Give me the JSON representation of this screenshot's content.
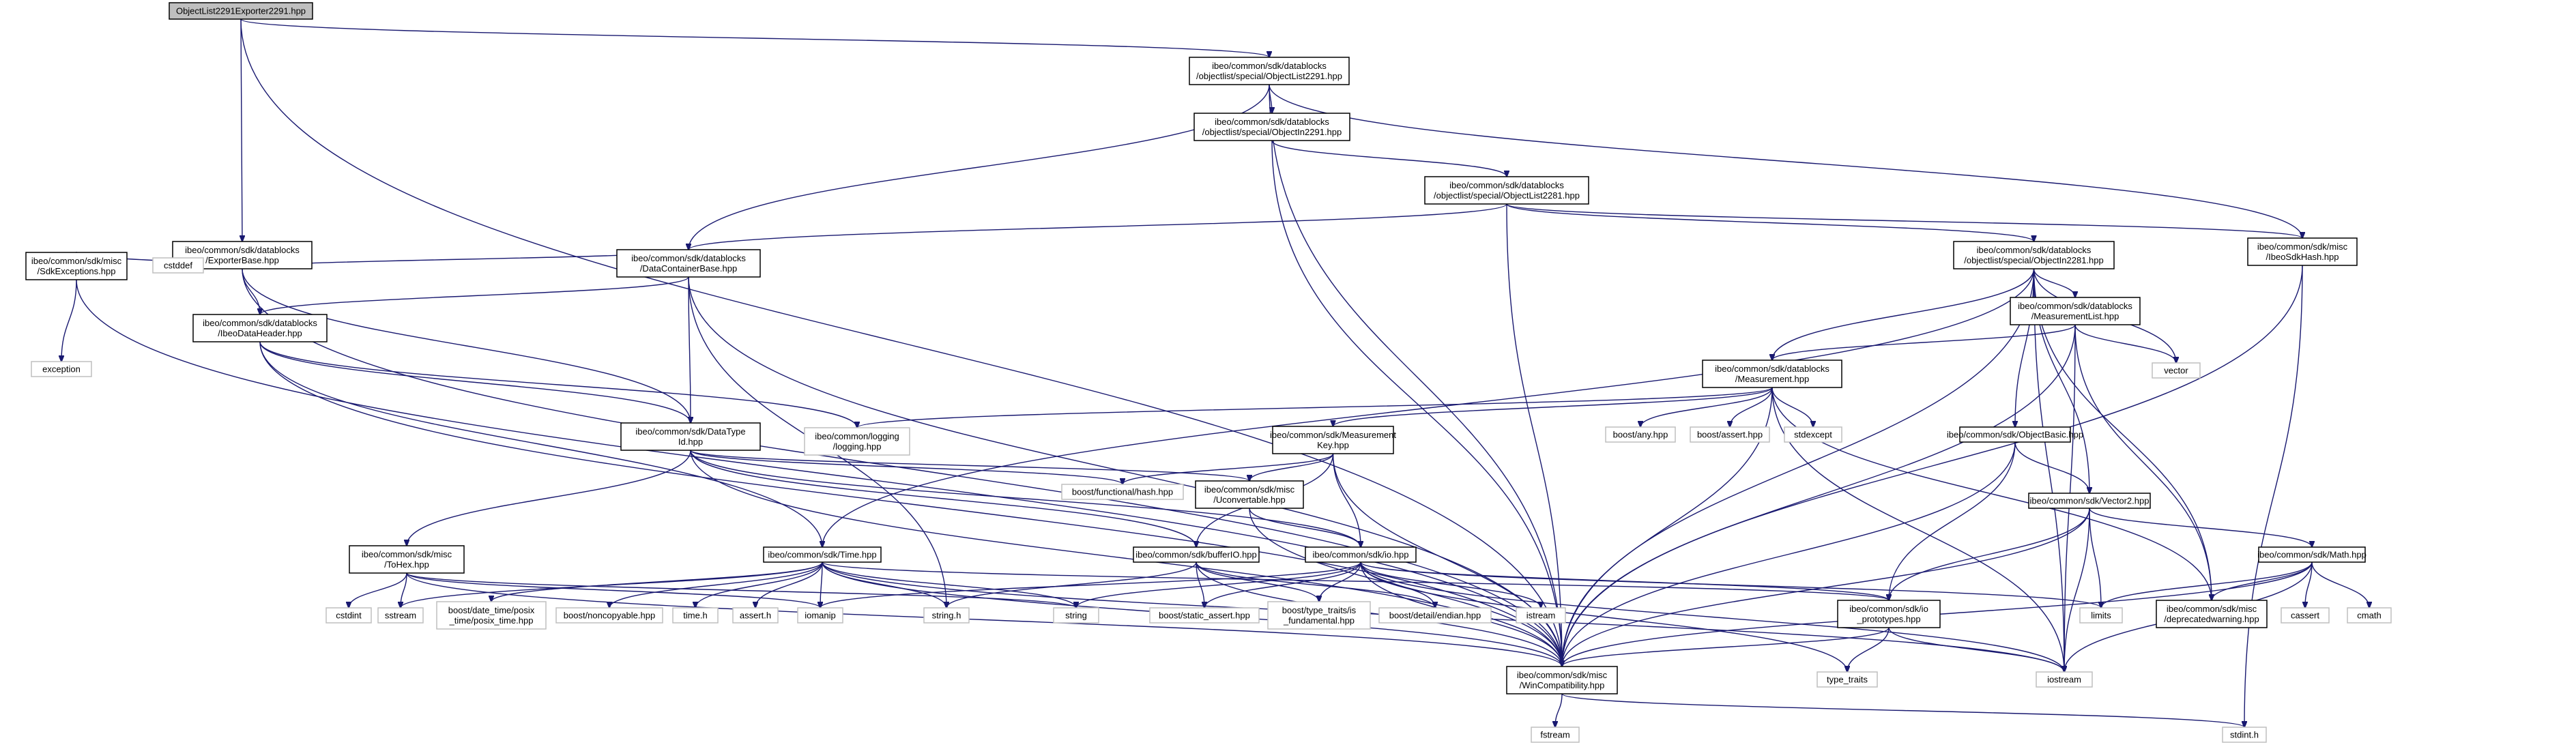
{
  "diagram": {
    "colors": {
      "edge": "#191970",
      "root_fill": "#bfbfbf",
      "node_border": "#000000",
      "system_border": "#bfbfbf"
    },
    "nodes": [
      {
        "id": "root",
        "lines": [
          "ObjectList2291Exporter2291.hpp"
        ],
        "root": true
      },
      {
        "id": "ol2291",
        "lines": [
          "ibeo/common/sdk/datablocks",
          "/objectlist/special/ObjectList2291.hpp"
        ]
      },
      {
        "id": "expbase",
        "lines": [
          "ibeo/common/sdk/datablocks",
          "/ExporterBase.hpp"
        ]
      },
      {
        "id": "oi2291",
        "lines": [
          "ibeo/common/sdk/datablocks",
          "/objectlist/special/ObjectIn2291.hpp"
        ]
      },
      {
        "id": "ol2281",
        "lines": [
          "ibeo/common/sdk/datablocks",
          "/objectlist/special/ObjectList2281.hpp"
        ]
      },
      {
        "id": "hash",
        "lines": [
          "ibeo/common/sdk/misc",
          "/IbeoSdkHash.hpp"
        ]
      },
      {
        "id": "oi2281",
        "lines": [
          "ibeo/common/sdk/datablocks",
          "/objectlist/special/ObjectIn2281.hpp"
        ]
      },
      {
        "id": "sdkexc",
        "lines": [
          "ibeo/common/sdk/misc",
          "/SdkExceptions.hpp"
        ]
      },
      {
        "id": "cstddef",
        "lines": [
          "cstddef"
        ],
        "system": true
      },
      {
        "id": "dcb",
        "lines": [
          "ibeo/common/sdk/datablocks",
          "/DataContainerBase.hpp"
        ]
      },
      {
        "id": "measlist",
        "lines": [
          "ibeo/common/sdk/datablocks",
          "/MeasurementList.hpp"
        ]
      },
      {
        "id": "exception",
        "lines": [
          "exception"
        ],
        "system": true
      },
      {
        "id": "idh",
        "lines": [
          "ibeo/common/sdk/datablocks",
          "/IbeoDataHeader.hpp"
        ]
      },
      {
        "id": "meas",
        "lines": [
          "ibeo/common/sdk/datablocks",
          "/Measurement.hpp"
        ]
      },
      {
        "id": "vector",
        "lines": [
          "vector"
        ],
        "system": true
      },
      {
        "id": "dtid",
        "lines": [
          "ibeo/common/sdk/DataType",
          "Id.hpp"
        ]
      },
      {
        "id": "logging",
        "lines": [
          "ibeo/common/logging",
          "/logging.hpp"
        ],
        "system": true
      },
      {
        "id": "mkey",
        "lines": [
          "ibeo/common/sdk/Measurement",
          "Key.hpp"
        ]
      },
      {
        "id": "boostany",
        "lines": [
          "boost/any.hpp"
        ],
        "system": true
      },
      {
        "id": "boostassert",
        "lines": [
          "boost/assert.hpp"
        ],
        "system": true
      },
      {
        "id": "stdexcept",
        "lines": [
          "stdexcept"
        ],
        "system": true
      },
      {
        "id": "objbasic",
        "lines": [
          "ibeo/common/sdk/ObjectBasic.hpp"
        ]
      },
      {
        "id": "bfh",
        "lines": [
          "boost/functional/hash.hpp"
        ],
        "system": true
      },
      {
        "id": "iconv",
        "lines": [
          "ibeo/common/sdk/misc",
          "/Uconvertable.hpp"
        ]
      },
      {
        "id": "vector2",
        "lines": [
          "ibeo/common/sdk/Vector2.hpp"
        ]
      },
      {
        "id": "tohex",
        "lines": [
          "ibeo/common/sdk/misc",
          "/ToHex.hpp"
        ]
      },
      {
        "id": "time",
        "lines": [
          "ibeo/common/sdk/Time.hpp"
        ]
      },
      {
        "id": "bufferio",
        "lines": [
          "ibeo/common/sdk/bufferIO.hpp"
        ]
      },
      {
        "id": "io",
        "lines": [
          "ibeo/common/sdk/io.hpp"
        ]
      },
      {
        "id": "math",
        "lines": [
          "ibeo/common/sdk/Math.hpp"
        ]
      },
      {
        "id": "cstdint",
        "lines": [
          "cstdint"
        ],
        "system": true
      },
      {
        "id": "sstream",
        "lines": [
          "sstream"
        ],
        "system": true
      },
      {
        "id": "bdt",
        "lines": [
          "boost/date_time/posix",
          "_time/posix_time.hpp"
        ],
        "system": true
      },
      {
        "id": "bnc",
        "lines": [
          "boost/noncopyable.hpp"
        ],
        "system": true
      },
      {
        "id": "timeh",
        "lines": [
          "time.h"
        ],
        "system": true
      },
      {
        "id": "asserth",
        "lines": [
          "assert.h"
        ],
        "system": true
      },
      {
        "id": "iomanip",
        "lines": [
          "iomanip"
        ],
        "system": true
      },
      {
        "id": "stringh",
        "lines": [
          "string.h"
        ],
        "system": true
      },
      {
        "id": "string",
        "lines": [
          "string"
        ],
        "system": true
      },
      {
        "id": "bsa",
        "lines": [
          "boost/static_assert.hpp"
        ],
        "system": true
      },
      {
        "id": "bttif",
        "lines": [
          "boost/type_traits/is",
          "_fundamental.hpp"
        ],
        "system": true
      },
      {
        "id": "bde",
        "lines": [
          "boost/detail/endian.hpp"
        ],
        "system": true
      },
      {
        "id": "istream",
        "lines": [
          "istream"
        ],
        "system": true
      },
      {
        "id": "ioproto",
        "lines": [
          "ibeo/common/sdk/io",
          "_prototypes.hpp"
        ]
      },
      {
        "id": "limits",
        "lines": [
          "limits"
        ],
        "system": true
      },
      {
        "id": "depwarn",
        "lines": [
          "ibeo/common/sdk/misc",
          "/deprecatedwarning.hpp"
        ]
      },
      {
        "id": "cassert",
        "lines": [
          "cassert"
        ],
        "system": true
      },
      {
        "id": "cmath",
        "lines": [
          "cmath"
        ],
        "system": true
      },
      {
        "id": "wincompat",
        "lines": [
          "ibeo/common/sdk/misc",
          "/WinCompatibility.hpp"
        ]
      },
      {
        "id": "typetraits",
        "lines": [
          "type_traits"
        ],
        "system": true
      },
      {
        "id": "iostream",
        "lines": [
          "iostream"
        ],
        "system": true
      },
      {
        "id": "fstream",
        "lines": [
          "fstream"
        ],
        "system": true
      },
      {
        "id": "stdinth",
        "lines": [
          "stdint.h"
        ],
        "system": true
      }
    ],
    "edges": [
      [
        "root",
        "ol2291"
      ],
      [
        "root",
        "expbase"
      ],
      [
        "root",
        "wincompat"
      ],
      [
        "ol2291",
        "oi2291"
      ],
      [
        "ol2291",
        "dcb"
      ],
      [
        "ol2291",
        "hash"
      ],
      [
        "ol2291",
        "wincompat"
      ],
      [
        "oi2291",
        "ol2281"
      ],
      [
        "oi2291",
        "wincompat"
      ],
      [
        "ol2281",
        "oi2281"
      ],
      [
        "ol2281",
        "dcb"
      ],
      [
        "ol2281",
        "hash"
      ],
      [
        "ol2281",
        "wincompat"
      ],
      [
        "expbase",
        "sdkexc"
      ],
      [
        "expbase",
        "cstddef"
      ],
      [
        "expbase",
        "idh"
      ],
      [
        "expbase",
        "dcb"
      ],
      [
        "expbase",
        "dtid"
      ],
      [
        "expbase",
        "wincompat"
      ],
      [
        "sdkexc",
        "exception"
      ],
      [
        "sdkexc",
        "wincompat"
      ],
      [
        "dcb",
        "idh"
      ],
      [
        "dcb",
        "dtid"
      ],
      [
        "dcb",
        "stringh"
      ],
      [
        "dcb",
        "wincompat"
      ],
      [
        "idh",
        "dtid"
      ],
      [
        "idh",
        "logging"
      ],
      [
        "idh",
        "time"
      ],
      [
        "idh",
        "wincompat"
      ],
      [
        "hash",
        "wincompat"
      ],
      [
        "hash",
        "stdinth"
      ],
      [
        "oi2281",
        "measlist"
      ],
      [
        "oi2281",
        "meas"
      ],
      [
        "oi2281",
        "objbasic"
      ],
      [
        "oi2281",
        "vector"
      ],
      [
        "oi2281",
        "vector2"
      ],
      [
        "oi2281",
        "time"
      ],
      [
        "oi2281",
        "depwarn"
      ],
      [
        "oi2281",
        "iostream"
      ],
      [
        "oi2281",
        "wincompat"
      ],
      [
        "measlist",
        "meas"
      ],
      [
        "measlist",
        "vector"
      ],
      [
        "measlist",
        "depwarn"
      ],
      [
        "measlist",
        "iostream"
      ],
      [
        "measlist",
        "wincompat"
      ],
      [
        "meas",
        "mkey"
      ],
      [
        "meas",
        "logging"
      ],
      [
        "meas",
        "boostany"
      ],
      [
        "meas",
        "boostassert"
      ],
      [
        "meas",
        "stdexcept"
      ],
      [
        "meas",
        "iostream"
      ],
      [
        "meas",
        "depwarn"
      ],
      [
        "meas",
        "wincompat"
      ],
      [
        "mkey",
        "bfh"
      ],
      [
        "mkey",
        "iconv"
      ],
      [
        "mkey",
        "io"
      ],
      [
        "mkey",
        "bufferio"
      ],
      [
        "mkey",
        "wincompat"
      ],
      [
        "dtid",
        "tohex"
      ],
      [
        "dtid",
        "bfh"
      ],
      [
        "dtid",
        "iconv"
      ],
      [
        "dtid",
        "io"
      ],
      [
        "dtid",
        "bufferio"
      ],
      [
        "dtid",
        "wincompat"
      ],
      [
        "objbasic",
        "vector2"
      ],
      [
        "objbasic",
        "ioproto"
      ],
      [
        "objbasic",
        "wincompat"
      ],
      [
        "vector2",
        "math"
      ],
      [
        "vector2",
        "ioproto"
      ],
      [
        "vector2",
        "limits"
      ],
      [
        "vector2",
        "iostream"
      ],
      [
        "vector2",
        "wincompat"
      ],
      [
        "iconv",
        "io"
      ],
      [
        "iconv",
        "wincompat"
      ],
      [
        "tohex",
        "cstdint"
      ],
      [
        "tohex",
        "sstream"
      ],
      [
        "tohex",
        "iomanip"
      ],
      [
        "tohex",
        "string"
      ],
      [
        "tohex",
        "wincompat"
      ],
      [
        "time",
        "sstream"
      ],
      [
        "time",
        "bdt"
      ],
      [
        "time",
        "bnc"
      ],
      [
        "time",
        "timeh"
      ],
      [
        "time",
        "asserth"
      ],
      [
        "time",
        "iomanip"
      ],
      [
        "time",
        "stringh"
      ],
      [
        "time",
        "string"
      ],
      [
        "time",
        "ioproto"
      ],
      [
        "time",
        "iostream"
      ],
      [
        "time",
        "wincompat"
      ],
      [
        "bufferio",
        "bsa"
      ],
      [
        "bufferio",
        "bttif"
      ],
      [
        "bufferio",
        "bde"
      ],
      [
        "bufferio",
        "stringh"
      ],
      [
        "bufferio",
        "wincompat"
      ],
      [
        "io",
        "ioproto"
      ],
      [
        "io",
        "bsa"
      ],
      [
        "io",
        "bttif"
      ],
      [
        "io",
        "bde"
      ],
      [
        "io",
        "istream"
      ],
      [
        "io",
        "iomanip"
      ],
      [
        "io",
        "string"
      ],
      [
        "io",
        "limits"
      ],
      [
        "io",
        "iostream"
      ],
      [
        "io",
        "typetraits"
      ],
      [
        "io",
        "wincompat"
      ],
      [
        "math",
        "limits"
      ],
      [
        "math",
        "depwarn"
      ],
      [
        "math",
        "cassert"
      ],
      [
        "math",
        "cmath"
      ],
      [
        "math",
        "iostream"
      ],
      [
        "math",
        "wincompat"
      ],
      [
        "ioproto",
        "typetraits"
      ],
      [
        "ioproto",
        "iostream"
      ],
      [
        "ioproto",
        "wincompat"
      ],
      [
        "wincompat",
        "fstream"
      ],
      [
        "wincompat",
        "stdinth"
      ]
    ]
  }
}
